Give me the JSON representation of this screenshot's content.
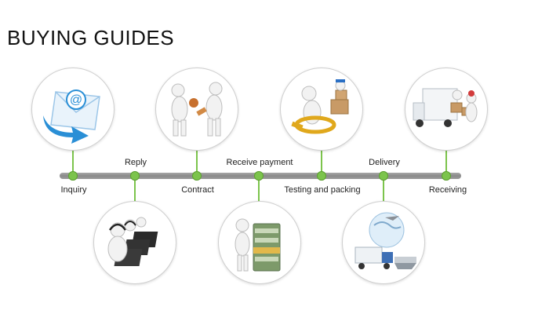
{
  "title": "BUYING GUIDES",
  "steps": [
    {
      "label": "Inquiry",
      "position": "below-line",
      "icon": "email-icon"
    },
    {
      "label": "Reply",
      "position": "above-line",
      "icon": "call-center-icon"
    },
    {
      "label": "Contract",
      "position": "below-line",
      "icon": "handshake-contract-icon"
    },
    {
      "label": "Receive payment",
      "position": "above-line",
      "icon": "money-stack-icon"
    },
    {
      "label": "Testing and packing",
      "position": "below-line",
      "icon": "magnifier-inspection-icon"
    },
    {
      "label": "Delivery",
      "position": "above-line",
      "icon": "global-shipping-icon"
    },
    {
      "label": "Receiving",
      "position": "below-line",
      "icon": "delivery-truck-icon"
    }
  ],
  "colors": {
    "node": "#7cc44c",
    "line": "#999999",
    "email_blue": "#2a8fd6"
  }
}
